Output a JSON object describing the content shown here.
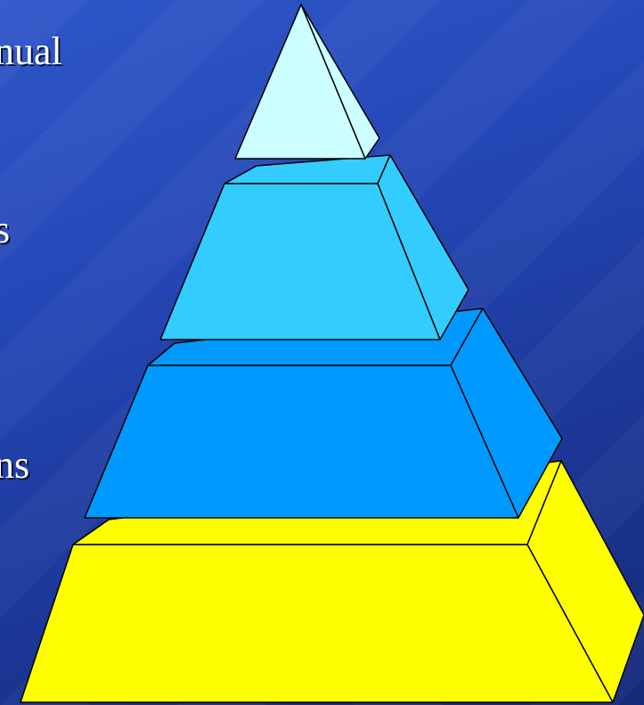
{
  "labels": {
    "line_1": "nual",
    "line_2": "s",
    "line_3": "ns"
  },
  "pyramid": {
    "levels": [
      {
        "name": "tier-1-top",
        "front_color": "#ccffff",
        "side_color": "#ccffff"
      },
      {
        "name": "tier-2",
        "front_color": "#33ccff",
        "side_color": "#33ccff"
      },
      {
        "name": "tier-3",
        "front_color": "#0099ff",
        "side_color": "#0099ff"
      },
      {
        "name": "tier-4-base",
        "front_color": "#ffff00",
        "side_color": "#ffff00"
      }
    ]
  },
  "colors": {
    "background_top": "#2f57c9",
    "background_bottom": "#142a78",
    "text": "#ffffff"
  }
}
